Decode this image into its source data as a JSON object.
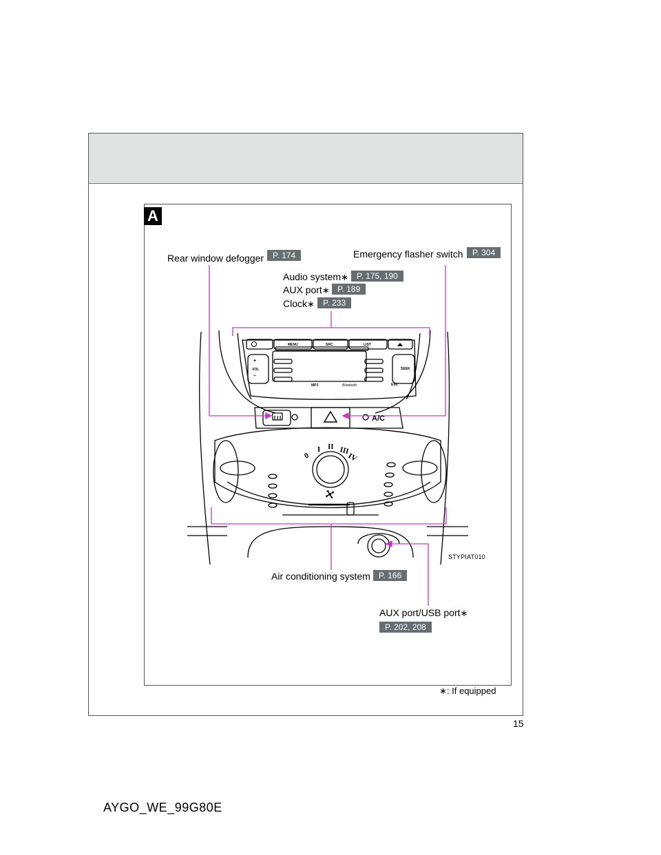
{
  "section": {
    "letter": "A"
  },
  "callouts": {
    "rear_defogger": {
      "label": "Rear window defogger",
      "ref": "P. 174"
    },
    "emergency_flasher": {
      "label": "Emergency flasher switch",
      "ref": "P. 304"
    },
    "audio_system": {
      "label": "Audio system",
      "ref": "P. 175, 190"
    },
    "aux_port": {
      "label": "AUX port",
      "ref": "P. 189"
    },
    "clock": {
      "label": "Clock",
      "ref": "P. 233"
    },
    "air_conditioning": {
      "label": "Air conditioning system",
      "ref": "P. 166"
    },
    "aux_usb_port": {
      "label": "AUX port/USB port",
      "ref": "P. 202, 208"
    }
  },
  "star_mark": "∗",
  "figure_code": "STYPIAT010",
  "footnote": {
    "mark": "∗",
    "text": ": If equipped"
  },
  "page_number": "15",
  "document_code": "AYGO_WE_99G80E",
  "panel_labels": {
    "menu": "MENU",
    "src": "SRC",
    "list": "LIST",
    "vol": "VOL",
    "seek": "SEEK",
    "esc": "ESC",
    "mp3": "MP3",
    "bluetooth": "Bluetooth",
    "ac": "A/C",
    "plus": "+",
    "minus": "–",
    "fan_speeds": [
      "0",
      "I",
      "II",
      "III",
      "IV"
    ]
  },
  "colors": {
    "leader": "#cc33cc",
    "ref_badge": "#666e72",
    "header_band": "#dfe4e2"
  }
}
